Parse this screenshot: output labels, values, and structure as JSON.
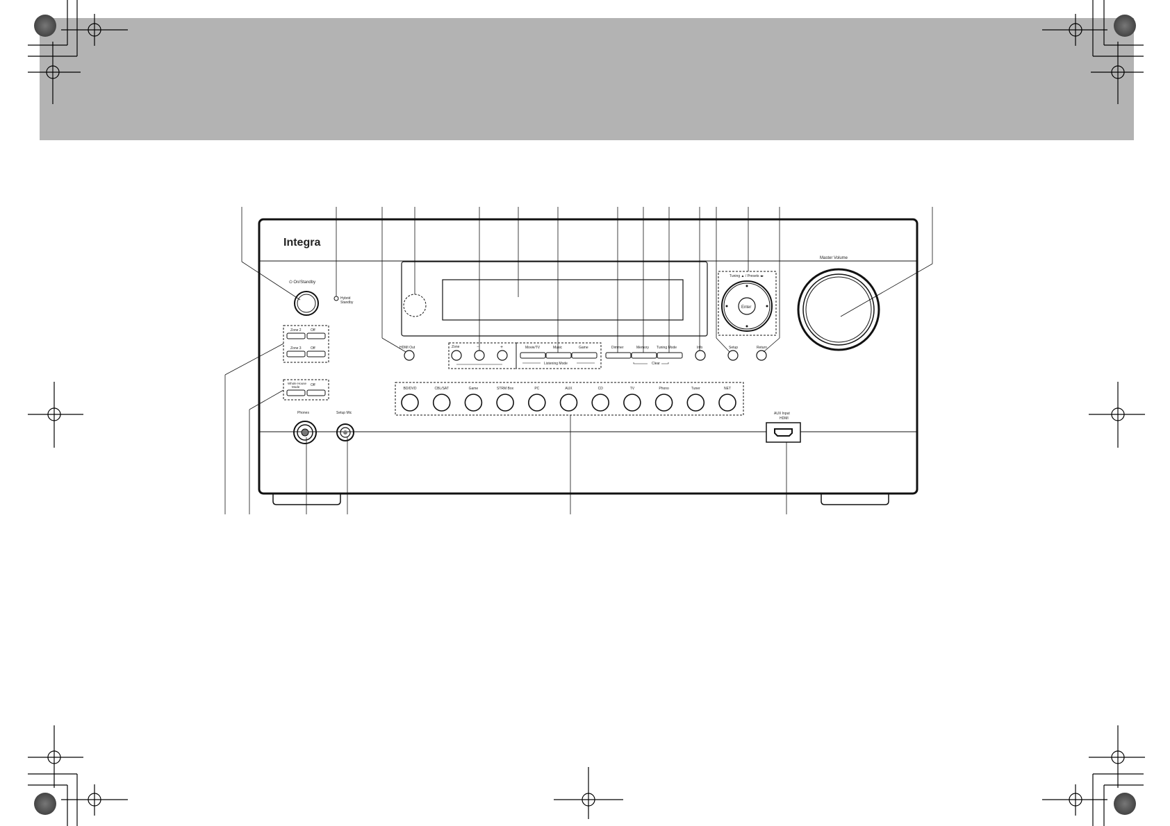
{
  "brand": "Integra",
  "front_panel": {
    "power_label": "⏻ On/Standby",
    "hybrid_standby_label": [
      "Hybrid",
      "Standby"
    ],
    "hdmi_out_label": "HDMI Out",
    "zone_buttons": [
      {
        "zone": "Zone 2",
        "off": "Off"
      },
      {
        "zone": "Zone 3",
        "off": "Off"
      }
    ],
    "whole_house": {
      "mode": [
        "Whole House",
        "Mode"
      ],
      "off": "Off"
    },
    "zone_control_labels": [
      "Zone",
      "−",
      "+"
    ],
    "listening_mode_buttons": [
      "Movie/TV",
      "Music",
      "Game"
    ],
    "listening_mode_caption": "Listening Mode",
    "tuner_buttons": [
      "Dimmer",
      "Memory",
      "Tuning Mode"
    ],
    "clear_caption": "Clear",
    "info_label": "Info",
    "setup_label": "Setup",
    "return_label": "Return",
    "tuning_presets_label": "Tuning ▲ / Presets ◂▸",
    "enter_label": "Enter",
    "master_volume_label": "Master Volume",
    "input_selectors": [
      "BD/DVD",
      "CBL/SAT",
      "Game",
      "STRM Box",
      "PC",
      "AUX",
      "CD",
      "TV",
      "Phono",
      "Tuner",
      "NET"
    ],
    "phones_label": "Phones",
    "setup_mic_label": "Setup Mic",
    "aux_input_label": [
      "AUX Input",
      "HDMI"
    ]
  }
}
